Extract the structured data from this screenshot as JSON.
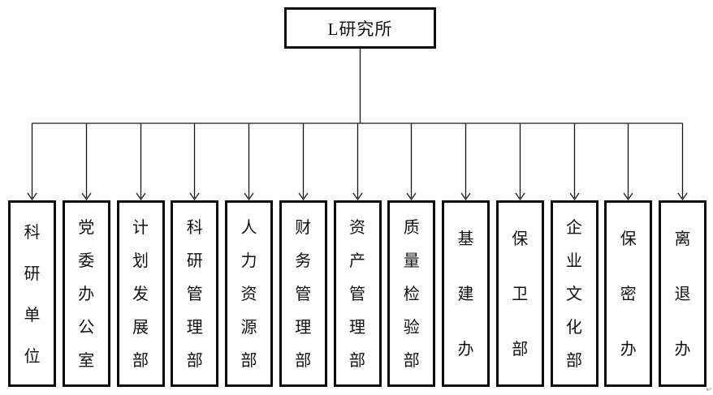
{
  "root": {
    "label": "L研究所"
  },
  "departments": [
    {
      "label": "科研单位"
    },
    {
      "label": "党委办公室"
    },
    {
      "label": "计划发展部"
    },
    {
      "label": "科研管理部"
    },
    {
      "label": "人力资源部"
    },
    {
      "label": "财务管理部"
    },
    {
      "label": "资产管理部"
    },
    {
      "label": "质量检验部"
    },
    {
      "label": "基建办"
    },
    {
      "label": "保卫部"
    },
    {
      "label": "企业文化部"
    },
    {
      "label": "保密办"
    },
    {
      "label": "离退办"
    }
  ],
  "connector": {
    "style": "orthogonal-bus-with-down-arrows",
    "arrow_glyph": "↓"
  },
  "colors": {
    "background": "#ffffff",
    "line": "#161616",
    "box_border": "#0b0b0b",
    "text": "#111111",
    "corner_mark": "#8d8d8d"
  },
  "artifact": {
    "corner_mark": "↵"
  }
}
